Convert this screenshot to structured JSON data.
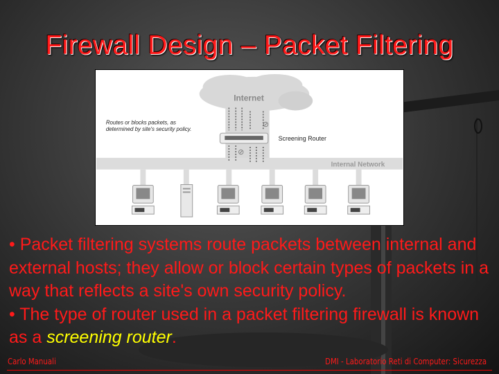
{
  "slide": {
    "title": "Firewall Design – Packet Filtering",
    "figure": {
      "cloud_label": "Internet",
      "router_label": "Screening Router",
      "caption_line1": "Routes or blocks packets, as",
      "caption_line2": "determined by site's security policy.",
      "network_label": "Internal Network"
    },
    "bullets": [
      {
        "text": "• Packet filtering systems route packets between internal and external hosts; they allow or block certain types of packets in a way that reflects a site's own security policy."
      },
      {
        "text_before": "• The type of router used in a packet filtering firewall is known as a ",
        "highlight": "screening router",
        "text_after": "."
      }
    ],
    "footer": {
      "author": "Carlo Manuali",
      "course": "DMI - Laboratorio Reti di Computer: Sicurezza"
    },
    "colors": {
      "text": "#ff1a1a",
      "highlight": "#ffff00"
    }
  }
}
